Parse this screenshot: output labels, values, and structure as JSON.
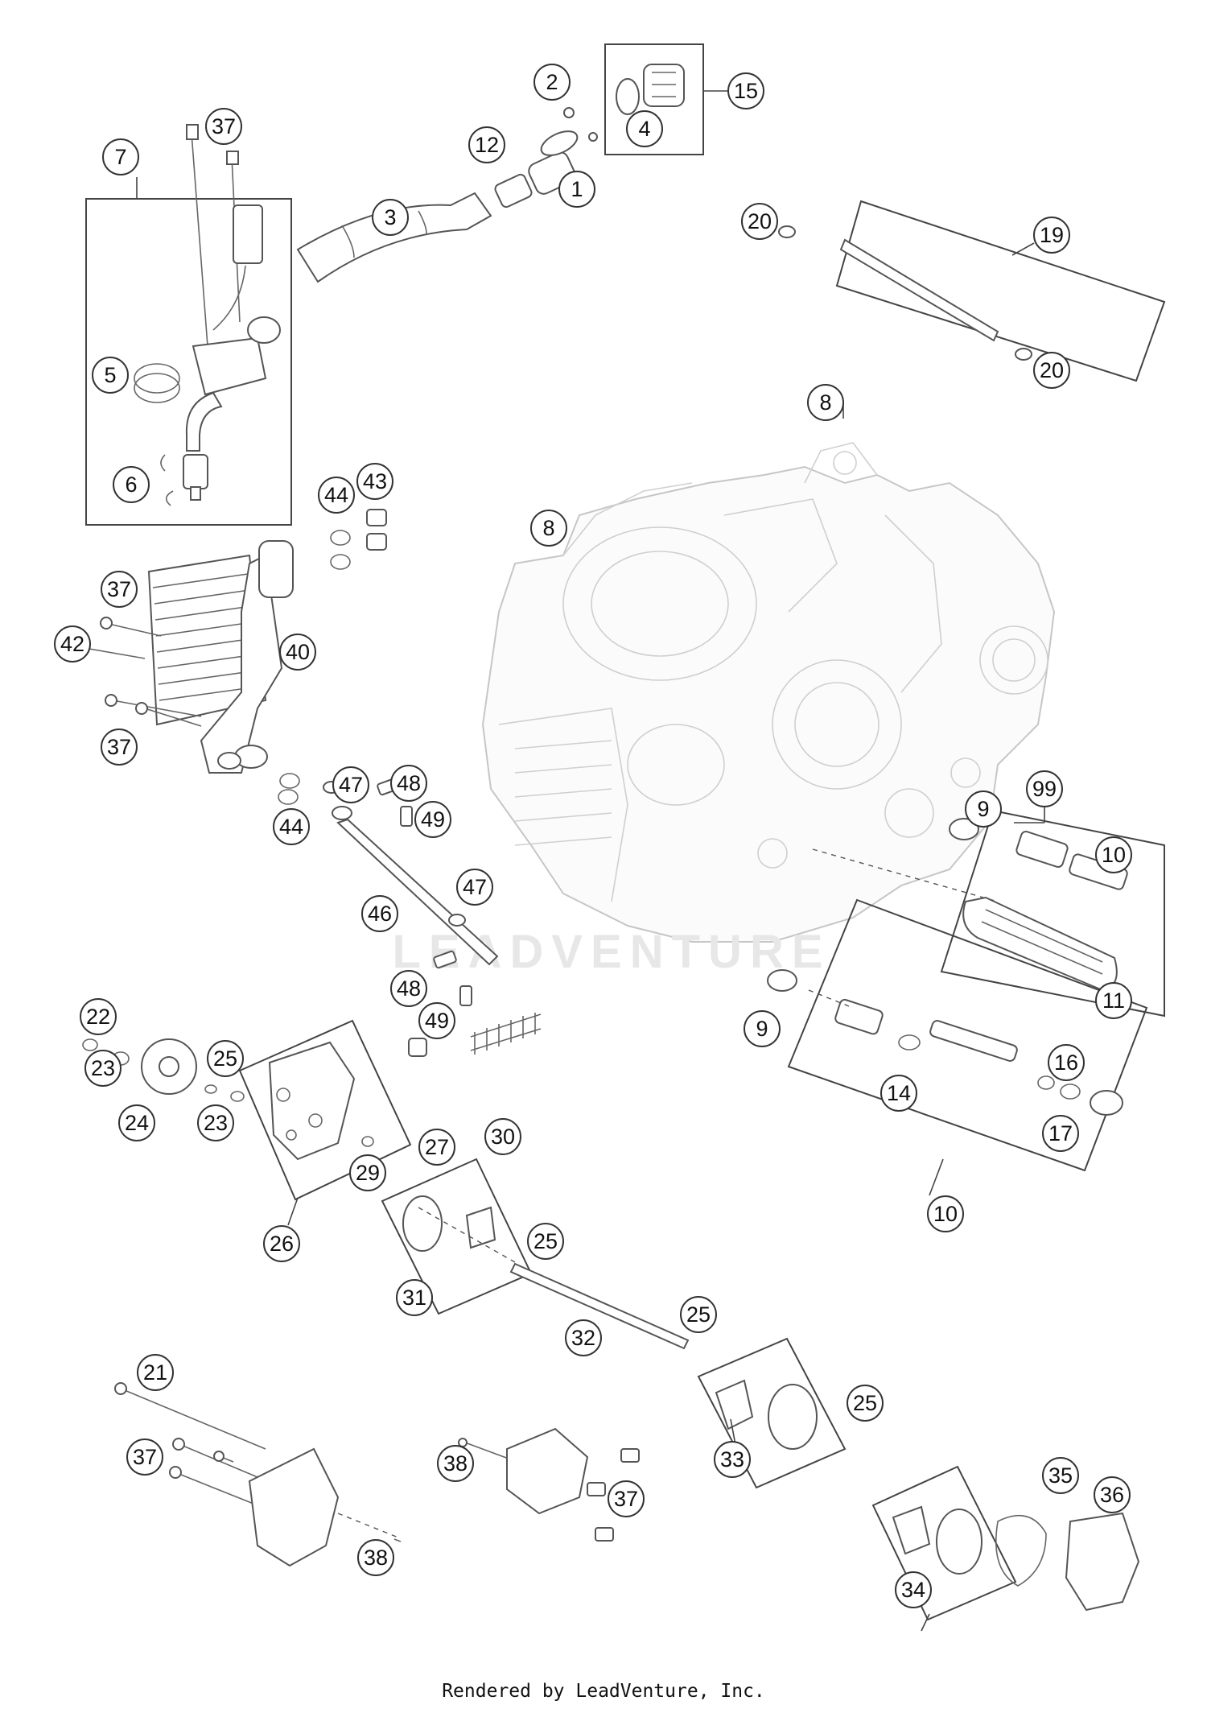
{
  "diagram": {
    "watermark": "LEADVENTURE",
    "callouts": [
      "1",
      "2",
      "3",
      "4",
      "5",
      "6",
      "7",
      "8",
      "8",
      "9",
      "9",
      "10",
      "10",
      "11",
      "12",
      "14",
      "15",
      "16",
      "17",
      "19",
      "20",
      "20",
      "21",
      "22",
      "23",
      "23",
      "24",
      "25",
      "25",
      "25",
      "25",
      "26",
      "27",
      "29",
      "30",
      "31",
      "32",
      "33",
      "34",
      "35",
      "36",
      "37",
      "37",
      "37",
      "37",
      "37",
      "38",
      "38",
      "40",
      "42",
      "43",
      "44",
      "44",
      "46",
      "47",
      "47",
      "48",
      "48",
      "49",
      "49",
      "99"
    ]
  },
  "footer": {
    "text": "Rendered by LeadVenture, Inc."
  }
}
